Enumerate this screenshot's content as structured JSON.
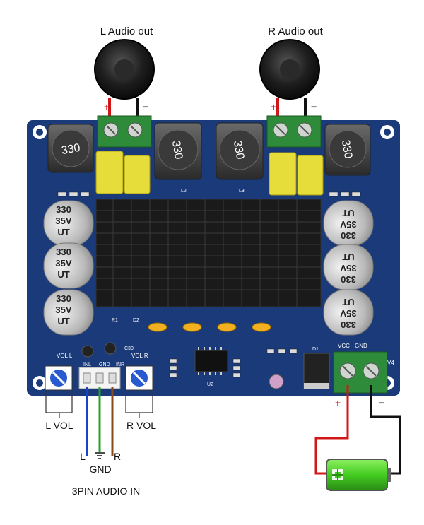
{
  "labels": {
    "l_audio_out": "L Audio out",
    "r_audio_out": "R Audio out",
    "l_vol": "L VOL",
    "r_vol": "R VOL",
    "gnd": "GND",
    "pin_l": "L",
    "pin_r": "R",
    "audio_in": "3PIN AUDIO IN",
    "plus": "+",
    "minus": "−"
  },
  "board": {
    "inductor": "330",
    "cap_line1": "330",
    "cap_line2": "35V",
    "cap_line3": "UT",
    "silk_vol_l": "VOL  L",
    "silk_vol_r": "VOL  R",
    "silk_inl": "INL",
    "silk_gnd": "GND",
    "silk_inr": "INR",
    "silk_vcc": "VCC",
    "silk_gnd2": "GND",
    "silk_v4": "V4",
    "silk_l2": "L2",
    "silk_l3": "L3",
    "silk_u2": "U2",
    "silk_d1": "D1",
    "silk_c30": "C30",
    "silk_r1": "R1",
    "silk_d2": "D2"
  },
  "colors": {
    "board": "#1a3a7a",
    "terminal": "#2e8b3a",
    "heatsink": "#1a1a1a",
    "film_cap": "#e6dc3a",
    "wire_red": "#d01818",
    "wire_black": "#111111",
    "wire_blue": "#1a44c8",
    "wire_green": "#2aa02a",
    "wire_brown": "#8a4a1a",
    "battery": "#44cc22"
  }
}
